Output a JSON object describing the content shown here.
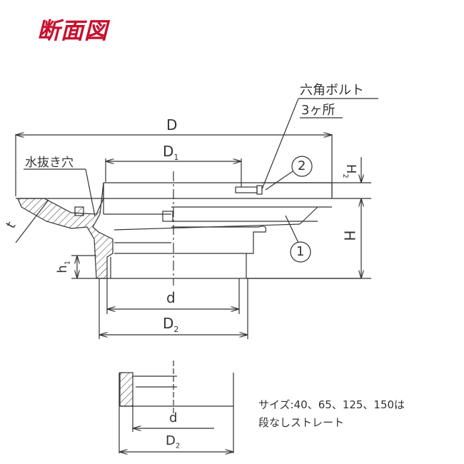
{
  "title": "断面図",
  "colors": {
    "title": "#c8102e",
    "line": "#333333"
  },
  "callouts": {
    "bolt_line1": "六角ボルト",
    "bolt_line2": "3ヶ所",
    "drain_hole": "水抜き穴"
  },
  "dimensions": {
    "D": "D",
    "D1": "D",
    "D1_sub": "1",
    "D2": "D",
    "D2_sub": "2",
    "d": "d",
    "H": "H",
    "H2": "H",
    "H2_sub": "2",
    "h1": "h",
    "h1_sub": "1",
    "t": "t"
  },
  "part_numbers": [
    "1",
    "2"
  ],
  "detail": {
    "d": "d",
    "D2": "D",
    "D2_sub": "2"
  },
  "note": {
    "line1": "サイズ:40、65、125、150は",
    "line2": "段なしストレート"
  }
}
